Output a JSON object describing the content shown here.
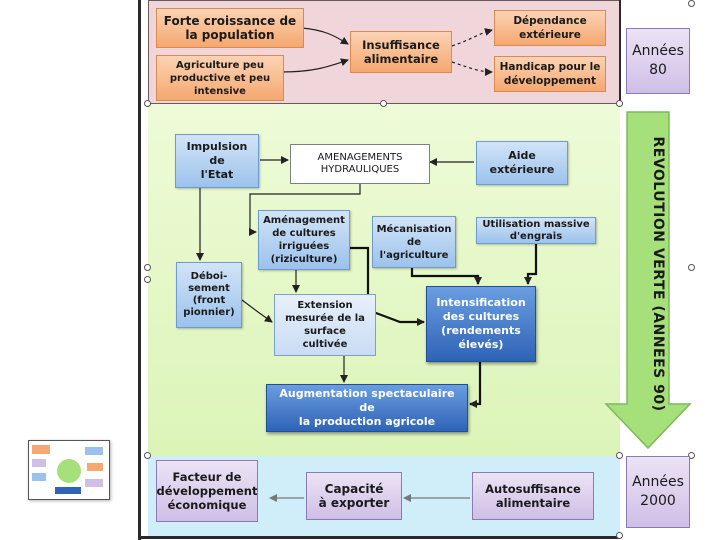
{
  "top_band": {
    "population": "Forte croissance de\nla population",
    "agriculture": "Agriculture peu\nproductive et peu\nintensive",
    "insuffisance": "Insuffisance\nalimentaire",
    "dependance": "Dépendance\nextérieure",
    "handicap": "Handicap pour le\ndéveloppement"
  },
  "middle_band": {
    "impulsion": "Impulsion de\nl'Etat",
    "amenagements": "AMENAGEMENTS\nHYDRAULIQUES",
    "aide": "Aide\nextérieure",
    "cultures_irriguees": "Aménagement\nde cultures\nirriguées\n(riziculture)",
    "mecanisation": "Mécanisation\nde\nl'agriculture",
    "engrais": "Utilisation massive\nd'engrais",
    "deboisement": "Déboi-\nsement\n(front\npionnier)",
    "extension": "Extension\nmesurée de la\nsurface\ncultivée",
    "intensification": "Intensification\ndes cultures\n(rendements\nélevés)",
    "augmentation": "Augmentation spectaculaire de\nla production agricole"
  },
  "bottom_band": {
    "facteur": "Facteur de\ndéveloppement\néconomique",
    "capacite": "Capacité\nà exporter",
    "autosuffisance": "Autosuffisance\nalimentaire"
  },
  "side": {
    "annees_80": "Années\n80",
    "revolution_verte": "REVOLUTION VERTE (ANNEES 90)",
    "annees_2000": "Années\n2000"
  },
  "colors": {
    "top_band": "#f0d6da",
    "middle_band": "#e4f7c6",
    "bottom_band": "#cfeefa",
    "green_arrow": "#a6e07a",
    "accent_blue": "#2f63b7"
  }
}
